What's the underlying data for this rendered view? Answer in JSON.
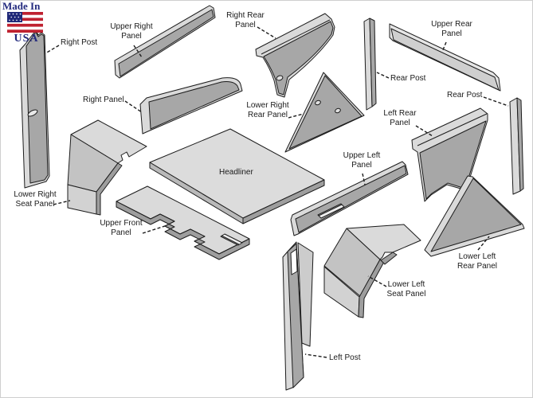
{
  "badge": {
    "made_in": "Made In",
    "usa": "USA"
  },
  "labels": {
    "right_post": {
      "lines": [
        "Right Post"
      ]
    },
    "upper_right_panel": {
      "lines": [
        "Upper Right",
        "Panel"
      ]
    },
    "right_rear_panel": {
      "lines": [
        "Right Rear",
        "Panel"
      ]
    },
    "right_panel": {
      "lines": [
        "Right Panel"
      ]
    },
    "lower_right_rear_panel": {
      "lines": [
        "Lower Right",
        "Rear Panel"
      ]
    },
    "rear_post_left": {
      "lines": [
        "Rear Post"
      ]
    },
    "upper_rear_panel": {
      "lines": [
        "Upper Rear",
        "Panel"
      ]
    },
    "rear_post_right": {
      "lines": [
        "Rear Post"
      ]
    },
    "left_rear_panel": {
      "lines": [
        "Left Rear",
        "Panel"
      ]
    },
    "upper_left_panel": {
      "lines": [
        "Upper Left",
        "Panel"
      ]
    },
    "headliner": {
      "lines": [
        "Headliner"
      ]
    },
    "lower_right_seat_panel": {
      "lines": [
        "Lower Right",
        "Seat Panel"
      ]
    },
    "upper_front_panel": {
      "lines": [
        "Upper Front",
        "Panel"
      ]
    },
    "lower_left_seat_panel": {
      "lines": [
        "Lower Left",
        "Seat Panel"
      ]
    },
    "lower_left_rear_panel": {
      "lines": [
        "Lower Left",
        "Rear Panel"
      ]
    },
    "left_post": {
      "lines": [
        "Left Post"
      ]
    }
  },
  "colors": {
    "background": "#ffffff",
    "outline": "#1c1c1c",
    "panel_light": "#dadada",
    "panel_dark": "#a7a7a7",
    "panel_mid": "#c3c3c3",
    "panel_front": "#d2d2d2",
    "edge_dark": "#9e9e9e",
    "flag_red": "#bf2130",
    "flag_blue": "#1f2878",
    "badge_text": "#232a7e",
    "label_text": "#1a1a1a"
  }
}
